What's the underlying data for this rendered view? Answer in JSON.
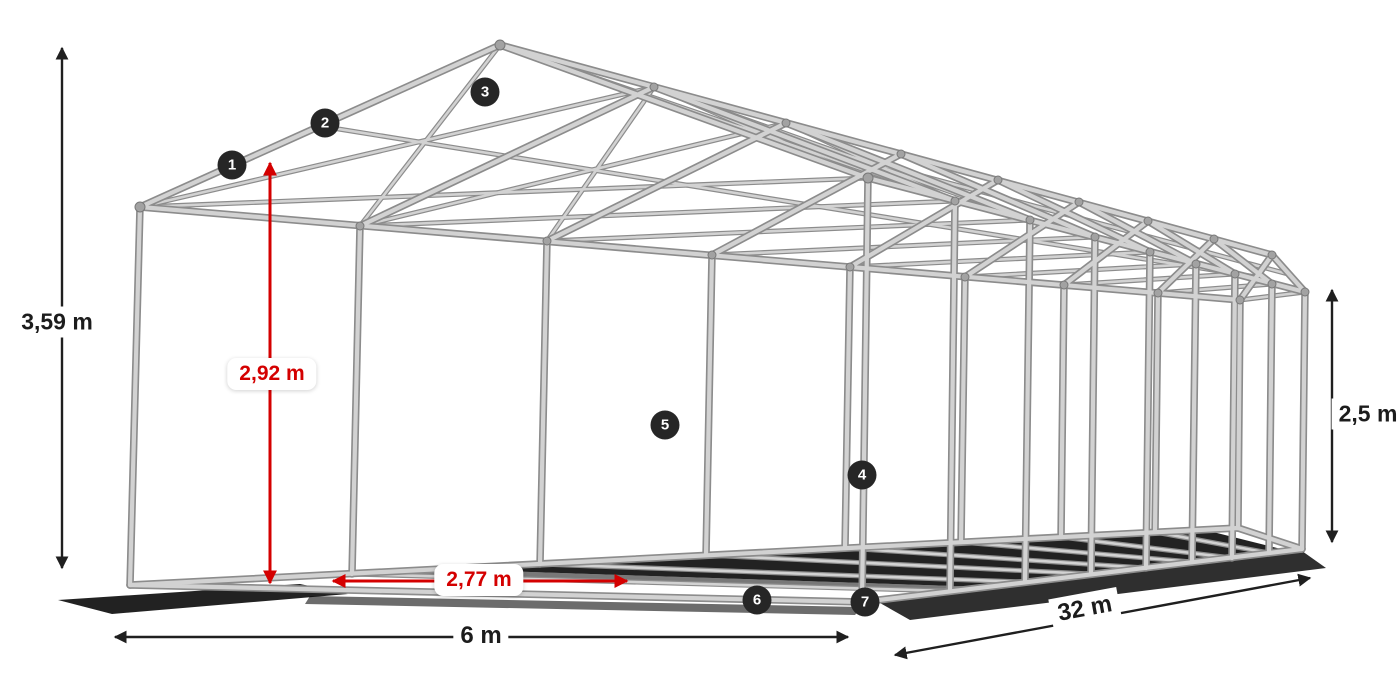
{
  "diagram": {
    "dimensions": {
      "total_height": "3,59 m",
      "inner_height": "2,92 m",
      "inner_width": "2,77 m",
      "front_width": "6 m",
      "length": "32 m",
      "side_height": "2,5 m"
    },
    "markers": [
      "1",
      "2",
      "3",
      "4",
      "5",
      "6",
      "7"
    ],
    "colors": {
      "dimension_red": "#d40000",
      "dimension_black": "#1f1f1f",
      "tube_light": "#d2d2d2",
      "tube_dark": "#8c8c8c",
      "marker_bg": "#262626",
      "shadow": "#0a0a0a"
    }
  }
}
